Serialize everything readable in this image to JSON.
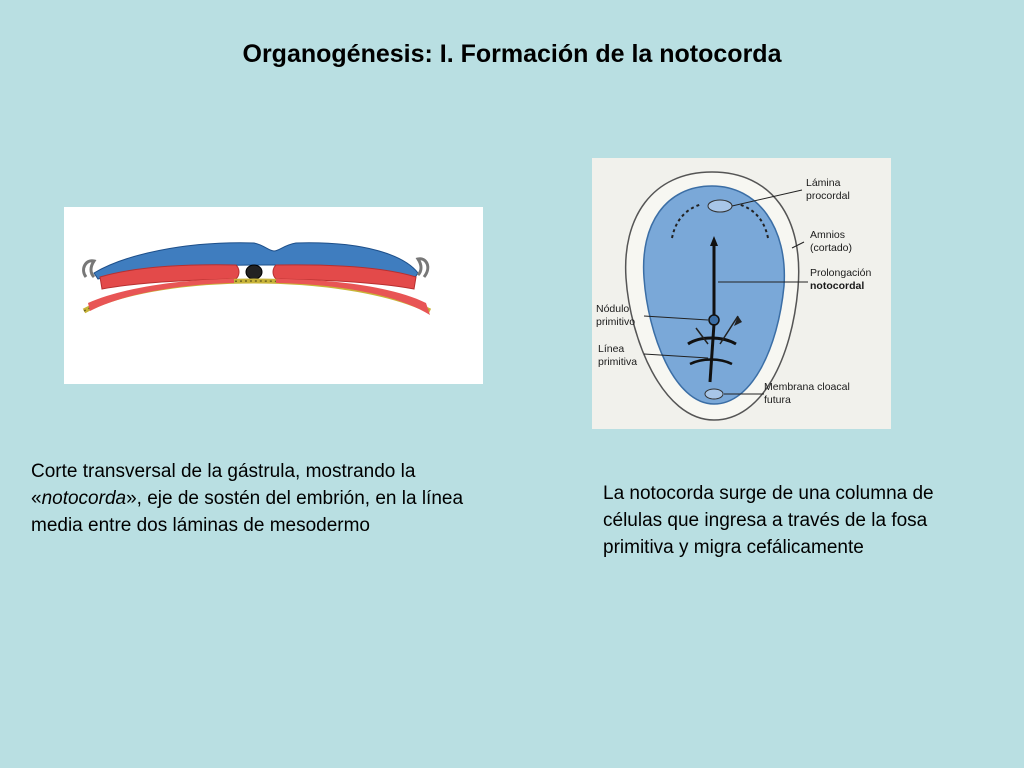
{
  "title": "Organogénesis: I. Formación de la notocorda",
  "left_caption": {
    "before": "Corte transversal de la gástrula, mostrando la «",
    "italic": "notocorda",
    "after": "», eje de sostén del embrión, en la línea media entre dos láminas de mesodermo"
  },
  "right_caption": "La notocorda surge de una columna de células que ingresa a través de la fosa primitiva y migra cefálicamente",
  "right_figure_labels": {
    "lamina": "Lámina",
    "procordal": "procordal",
    "amnios": "Amnios",
    "cortado": "(cortado)",
    "prolongacion": "Prolongación",
    "notocordal": "notocordal",
    "nodulo": "Nódulo",
    "primitivo": "primitivo",
    "linea": "Línea",
    "primitiva": "primitiva",
    "membrana": "Membrana cloacal",
    "futura": "futura"
  }
}
